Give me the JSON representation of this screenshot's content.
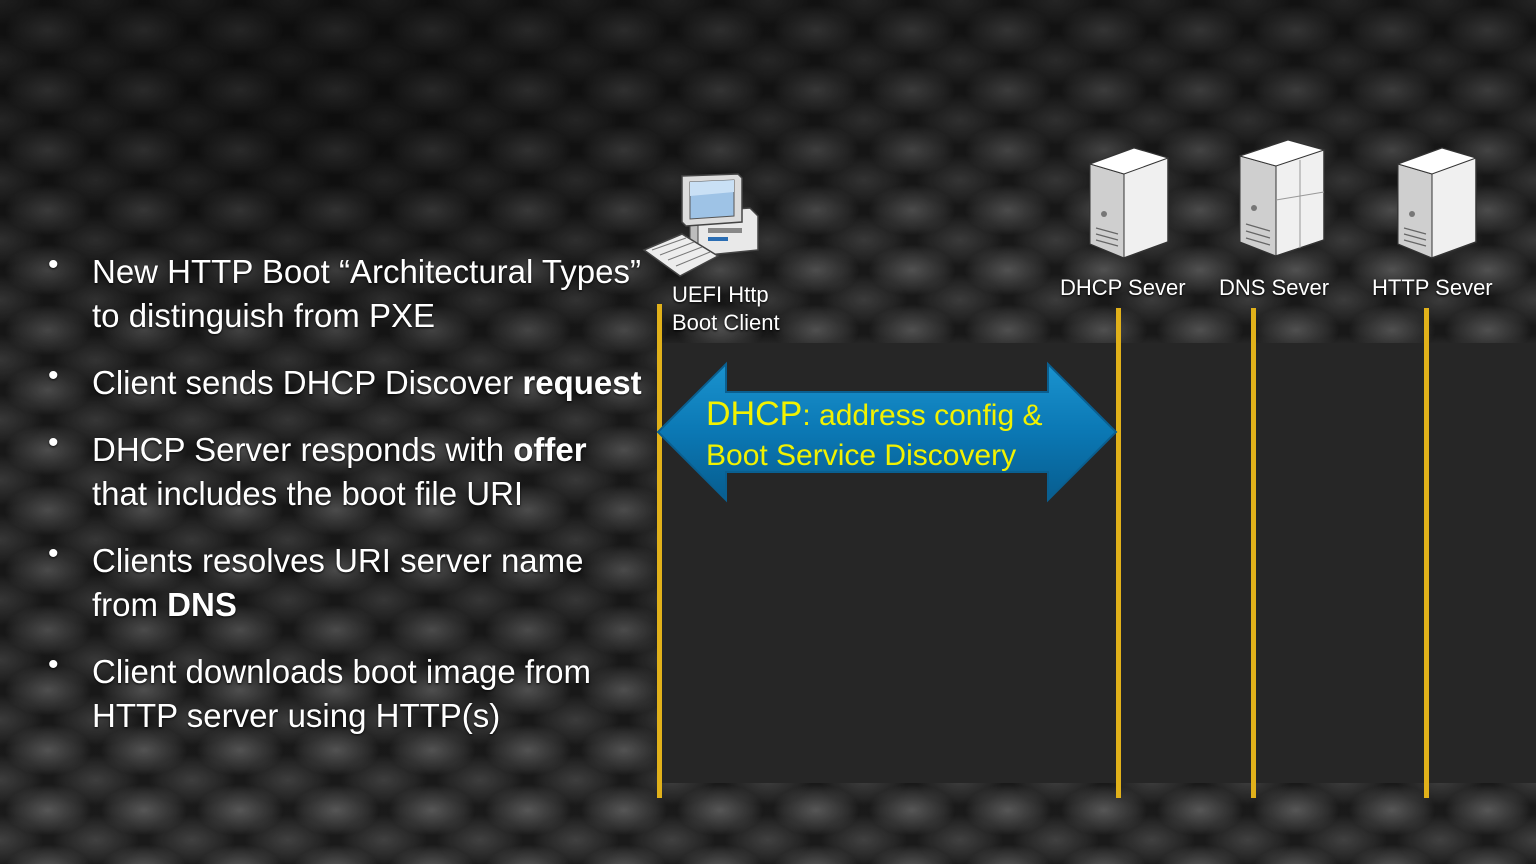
{
  "bullets": [
    {
      "runs": [
        {
          "text": "New HTTP Boot “Architectural Types” to distinguish from PXE",
          "bold": false
        }
      ]
    },
    {
      "runs": [
        {
          "text": "Client sends DHCP Discover ",
          "bold": false
        },
        {
          "text": "request",
          "bold": true
        }
      ]
    },
    {
      "runs": [
        {
          "text": "DHCP Server responds with ",
          "bold": false
        },
        {
          "text": "offer",
          "bold": true
        },
        {
          "text": " that includes the boot file URI",
          "bold": false
        }
      ]
    },
    {
      "runs": [
        {
          "text": "Clients resolves URI server name from ",
          "bold": false
        },
        {
          "text": "DNS",
          "bold": true
        }
      ]
    },
    {
      "runs": [
        {
          "text": "Client downloads boot image from HTTP server using HTTP(s)",
          "bold": false
        }
      ]
    }
  ],
  "diagram": {
    "client_label_line1": "UEFI Http",
    "client_label_line2": "Boot Client",
    "dhcp_server_label": "DHCP Sever",
    "dns_server_label": "DNS Sever",
    "http_server_label": "HTTP Sever",
    "arrow_label_prefix": "DHCP",
    "arrow_label_line1_rest": ": address config &",
    "arrow_label_line2": "Boot Service Discovery"
  },
  "colors": {
    "lifeline": "#e1b11a",
    "arrow_fill": "#0b78b4",
    "arrow_text": "#f2f200",
    "panel": "#262626"
  },
  "icons": [
    "desktop-computer-icon",
    "server-tower-icon"
  ]
}
